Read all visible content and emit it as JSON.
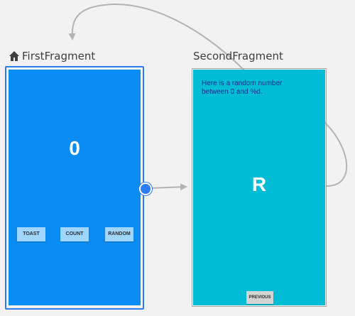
{
  "first_fragment": {
    "title": "FirstFragment",
    "home_icon": "home-icon",
    "count_value": "0",
    "buttons": {
      "toast": "TOAST",
      "count": "COUNT",
      "random": "RANDOM"
    }
  },
  "second_fragment": {
    "title": "SecondFragment",
    "random_text": "Here is a random number between 0 and %d.",
    "random_value": "R",
    "previous_button": "PREVIOUS"
  },
  "colors": {
    "first_bg": "#0a8cf2",
    "second_bg": "#00bcd4",
    "selection": "#2a7cf0",
    "arrow": "#b3b3b3"
  }
}
